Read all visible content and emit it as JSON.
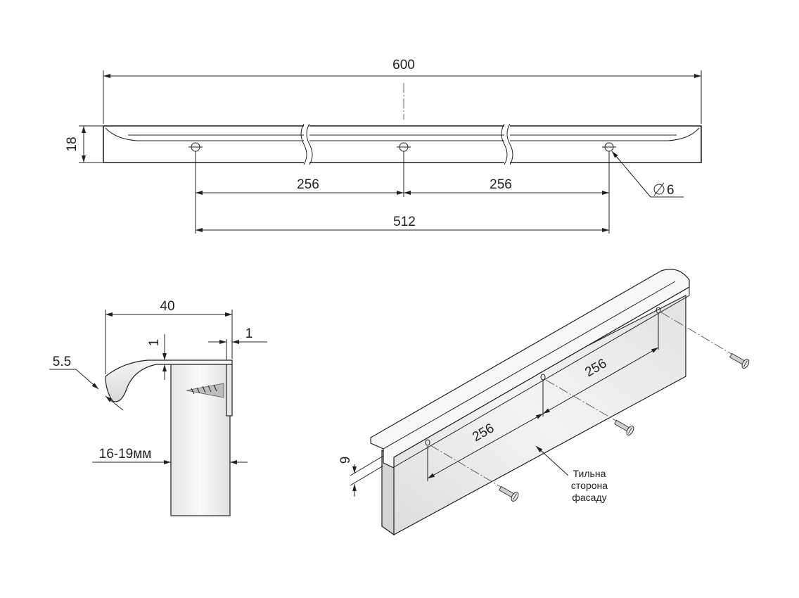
{
  "dimensions": {
    "overall_length": "600",
    "height": "18",
    "spacing_left": "256",
    "spacing_right": "256",
    "total_spacing": "512",
    "hole_diameter": "6",
    "profile_width": "40",
    "lip_thickness_top": "1",
    "wall_thickness": "1",
    "tip_radius": "5.5",
    "facade_thickness": "16-19мм",
    "iso_spacing_left": "256",
    "iso_spacing_right": "256",
    "iso_height": "9"
  },
  "notes": {
    "back_side_line1": "Тильна",
    "back_side_line2": "сторона",
    "back_side_line3": "фасаду"
  },
  "icons": {
    "diameter_symbol": "diameter-icon"
  }
}
